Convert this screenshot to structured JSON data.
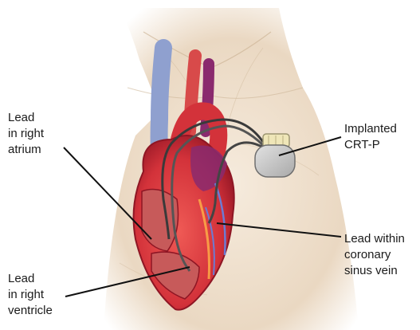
{
  "labels": {
    "right_atrium": [
      "Lead",
      "in right",
      "atrium"
    ],
    "right_ventricle": [
      "Lead",
      "in right",
      "ventricle"
    ],
    "device": [
      "Implanted",
      "CRT-P"
    ],
    "coronary_sinus": [
      "Lead within",
      "coronary",
      "sinus vein"
    ]
  },
  "colors": {
    "skin": "#efe0cf",
    "skin_shadow": "#d8c2a8",
    "heart": "#d8333a",
    "heart_dark": "#a3182a",
    "vein_blue": "#7d8fc6",
    "lead_wire": "#3a3a3a",
    "device_body": "#c9c9c9",
    "device_header": "#efe6b8"
  }
}
